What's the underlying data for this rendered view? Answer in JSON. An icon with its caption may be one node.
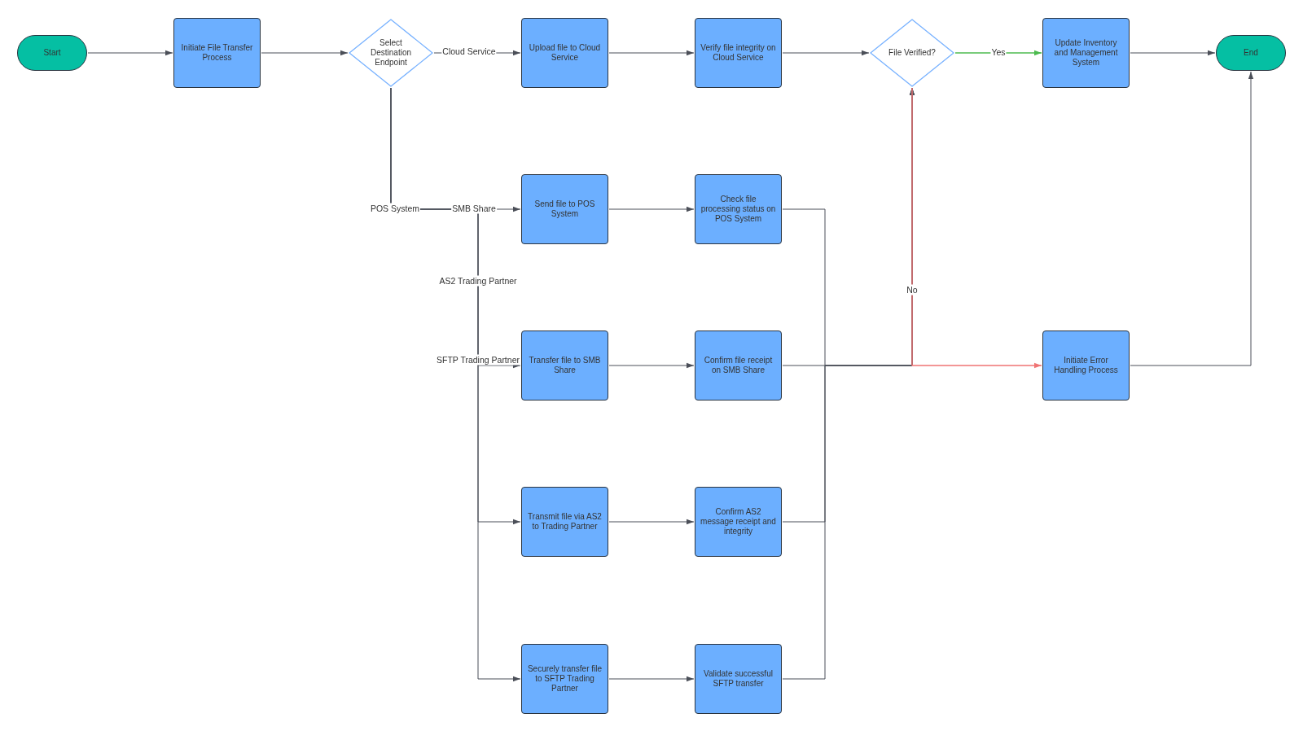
{
  "diagram": {
    "nodes": [
      {
        "text": [
          "Start"
        ]
      },
      {
        "text": [
          "Initiate File Transfer Process"
        ]
      },
      {
        "text": [
          "Select Destination Endpoint"
        ]
      },
      {
        "text": [
          "Upload file to Cloud Service"
        ]
      },
      {
        "text": [
          "Verify file integrity on Cloud Service"
        ]
      },
      {
        "text": [
          "File Verified?"
        ]
      },
      {
        "text": [
          "Update Inventory and Management System"
        ]
      },
      {
        "text": [
          "End"
        ]
      },
      {
        "text": [
          "Send file to POS System"
        ]
      },
      {
        "text": [
          "Check file processing status on POS System"
        ]
      },
      {
        "text": [
          "Transfer file to SMB Share"
        ]
      },
      {
        "text": [
          "Confirm file receipt on SMB Share"
        ]
      },
      {
        "text": [
          "Initiate Error Handling Process"
        ]
      },
      {
        "text": [
          "Transmit file via AS2 to Trading Partner"
        ]
      },
      {
        "text": [
          "Confirm AS2 message receipt and integrity"
        ]
      },
      {
        "text": [
          "Securely transfer file to SFTP Trading Partner"
        ]
      },
      {
        "text": [
          "Validate successful SFTP transfer"
        ]
      }
    ],
    "edges": [
      {
        "from": 0,
        "to": 1,
        "arrow": "to"
      },
      {
        "from": 1,
        "to": 2,
        "arrow": "to"
      },
      {
        "from": 2,
        "to": 3,
        "arrow": "to",
        "label": "Cloud Service"
      },
      {
        "from": 2,
        "to": 8,
        "arrow": "to",
        "label": "POS System"
      },
      {
        "from": 2,
        "to": 10,
        "arrow": "to",
        "label": "SMB Share"
      },
      {
        "from": 2,
        "to": 13,
        "arrow": "to",
        "label": "AS2 Trading Partner"
      },
      {
        "from": 2,
        "to": 15,
        "arrow": "to",
        "label": "SFTP Trading Partner"
      },
      {
        "from": 3,
        "to": 4,
        "arrow": "to"
      },
      {
        "from": 8,
        "to": 9,
        "arrow": "to"
      },
      {
        "from": 10,
        "to": 11,
        "arrow": "to"
      },
      {
        "from": 13,
        "to": 14,
        "arrow": "to"
      },
      {
        "from": 15,
        "to": 16,
        "arrow": "to"
      },
      {
        "from": 4,
        "to": 5,
        "arrow": "to"
      },
      {
        "from": 9,
        "to": 5,
        "arrow": "to"
      },
      {
        "from": 11,
        "to": 5,
        "arrow": "to"
      },
      {
        "from": 14,
        "to": 5,
        "arrow": "to"
      },
      {
        "from": 16,
        "to": 5,
        "arrow": "to"
      },
      {
        "from": 5,
        "to": 6,
        "arrow": "to",
        "label": "Yes",
        "color": "#4cbb4f"
      },
      {
        "from": 5,
        "to": 12,
        "arrow": "to",
        "label": "No",
        "color": "#f07474"
      },
      {
        "from": 6,
        "to": 7,
        "arrow": "to"
      },
      {
        "from": 12,
        "to": 7,
        "arrow": "to"
      }
    ]
  }
}
